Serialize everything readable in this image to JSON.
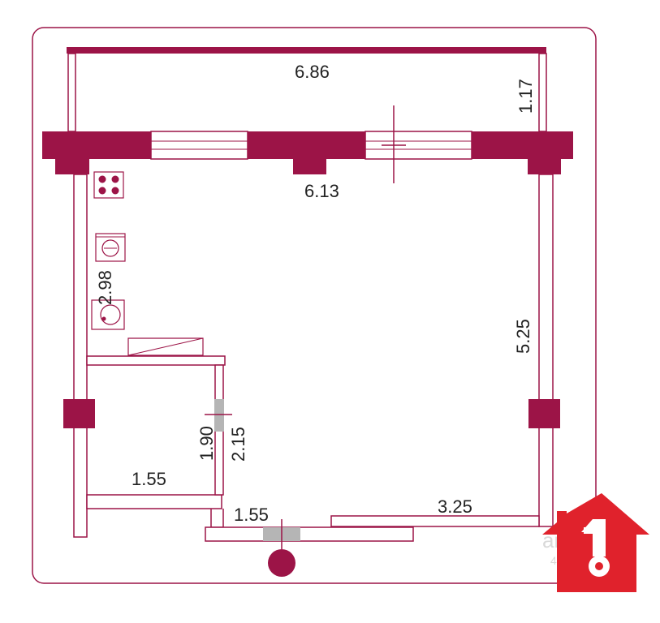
{
  "colors": {
    "wall": "#9c1447",
    "line": "#9c1447",
    "frame": "#9c1447",
    "door_gray": "#b5b5b5",
    "logo_red": "#e0222c",
    "text": "#222222"
  },
  "dimensions": {
    "top_width": "6.86",
    "balcony_depth": "1.17",
    "room_width": "6.13",
    "kitchen_length": "2.98",
    "room_height": "5.25",
    "partition_left": "1.90",
    "partition_right": "2.15",
    "bath_width": "1.55",
    "entry_width": "1.55",
    "bottom_right": "3.25"
  },
  "logo": {
    "digit": "1",
    "icon": "house-key-icon",
    "watermark_fragment_1": "ан",
    "watermark_fragment_2": "429"
  },
  "icons": {
    "stove": "stove-icon",
    "washer": "washing-machine-icon",
    "sink": "sink-icon",
    "entrance": "entrance-dot-icon"
  }
}
